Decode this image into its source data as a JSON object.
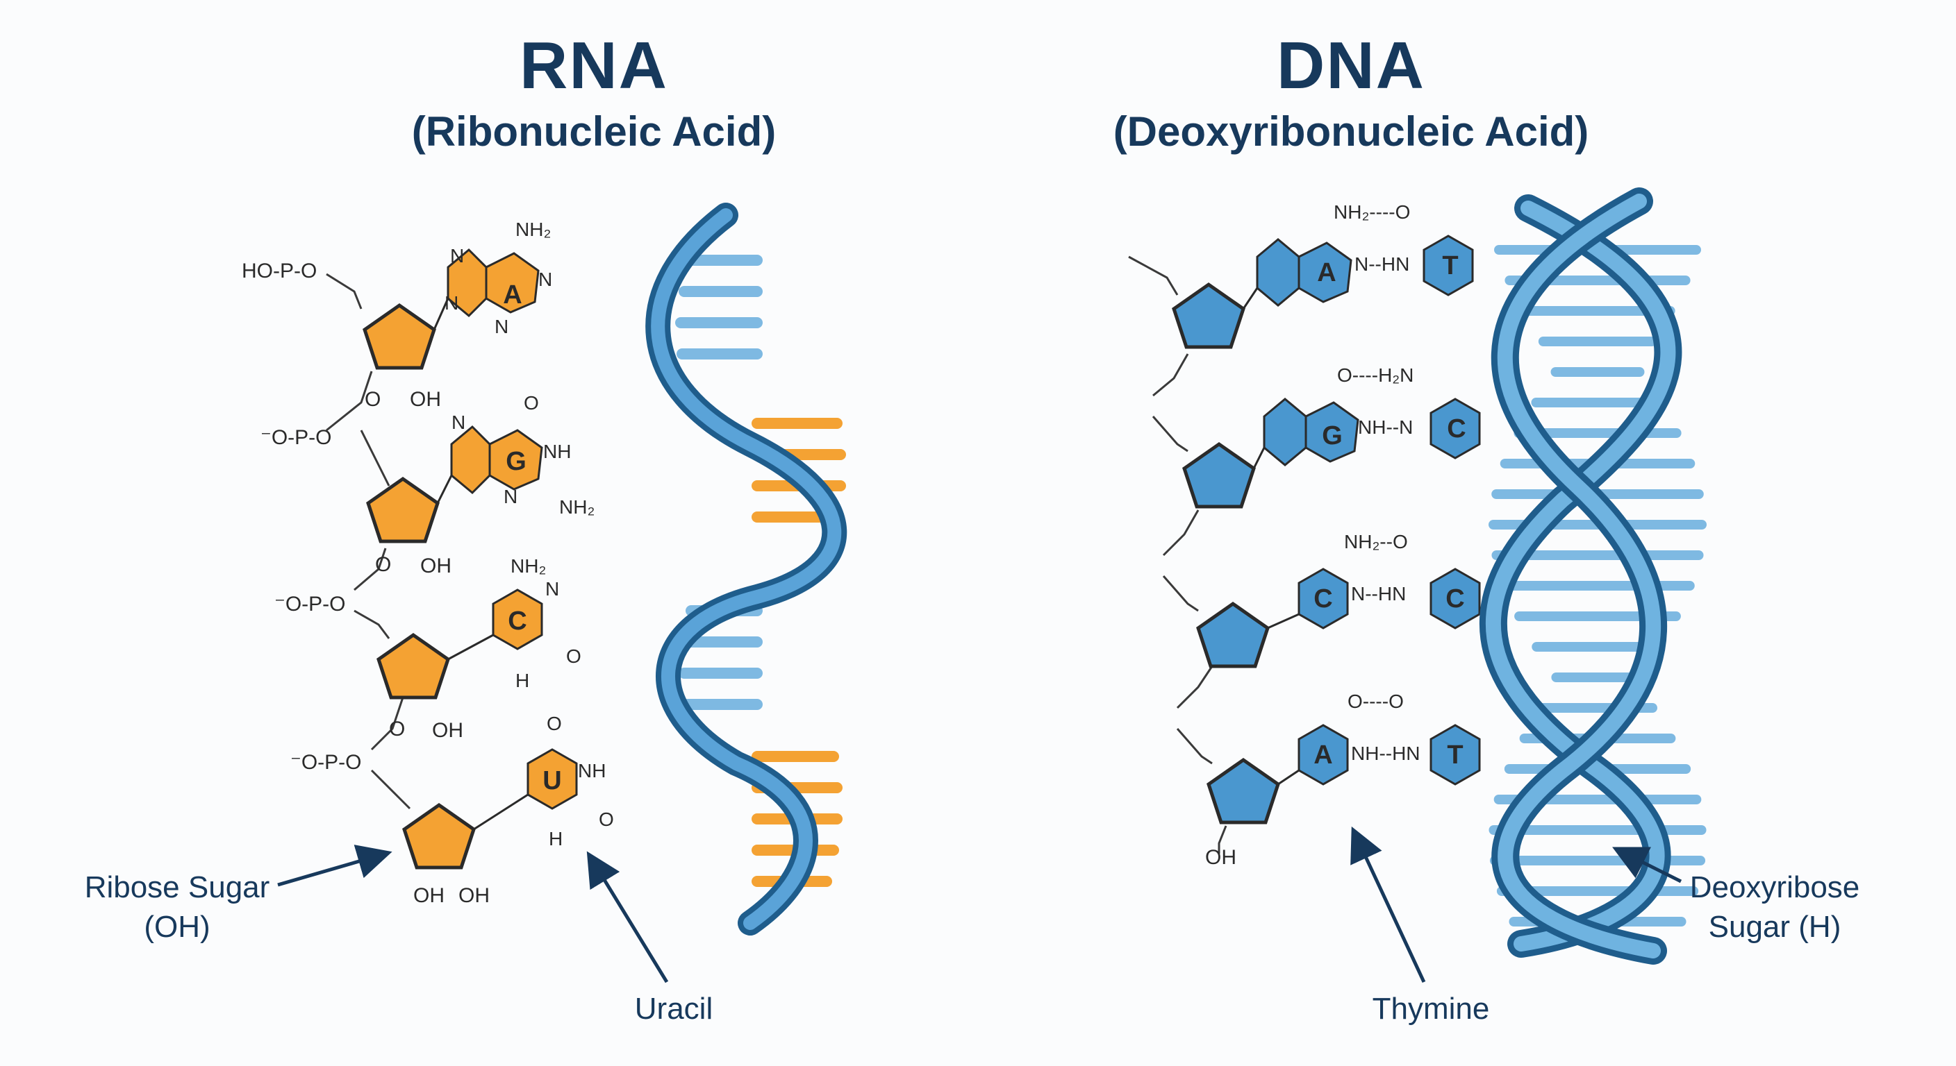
{
  "rna": {
    "title": "RNA",
    "subtitle": "(Ribonucleic Acid)",
    "sugar_label_1": "Ribose Sugar",
    "sugar_label_2": "(OH)",
    "base_label": "Uracil",
    "nucleotides": [
      {
        "base": "A",
        "substituents": [
          "NH₂",
          "N",
          "N",
          "N",
          "N"
        ]
      },
      {
        "base": "G",
        "substituents": [
          "O",
          "NH",
          "NH₂",
          "N",
          "N"
        ]
      },
      {
        "base": "C",
        "substituents": [
          "NH₂",
          "N",
          "O",
          "H"
        ]
      },
      {
        "base": "U",
        "substituents": [
          "O",
          "NH",
          "O",
          "H"
        ]
      }
    ],
    "phosphate_labels": [
      "HO-P-O",
      "⁻O-P-O",
      "⁻O-P-O",
      "⁻O-P-O"
    ],
    "oxygen_labels": [
      "O",
      "O",
      "O"
    ],
    "hydroxyl_labels": [
      "OH",
      "OH",
      "OH",
      "OH",
      "OH"
    ]
  },
  "dna": {
    "title": "DNA",
    "subtitle": "(Deoxyribonucleic Acid)",
    "sugar_label_1": "Deoxyribose",
    "sugar_label_2": "Sugar (H)",
    "base_label": "Thymine",
    "pairs": [
      {
        "left": "A",
        "right": "T",
        "hbond_top": "NH₂----O",
        "hbond_mid": "N--HN"
      },
      {
        "left": "G",
        "right": "C",
        "hbond_top": "O----H₂N",
        "hbond_mid": "NH--N"
      },
      {
        "left": "C",
        "right": "C",
        "hbond_top": "NH₂--O",
        "hbond_mid": "N--HN"
      },
      {
        "left": "A",
        "right": "T",
        "hbond_top": "O----O",
        "hbond_mid": "NH--HN"
      }
    ],
    "hydroxyl_label": "OH"
  },
  "colors": {
    "rna_accent": "#f4a233",
    "rna_accent_dark": "#c97a15",
    "dna_accent": "#4a97cf",
    "dna_dark": "#1f5d8c",
    "title": "#17395c",
    "helix_light": "#6fb3e0"
  }
}
